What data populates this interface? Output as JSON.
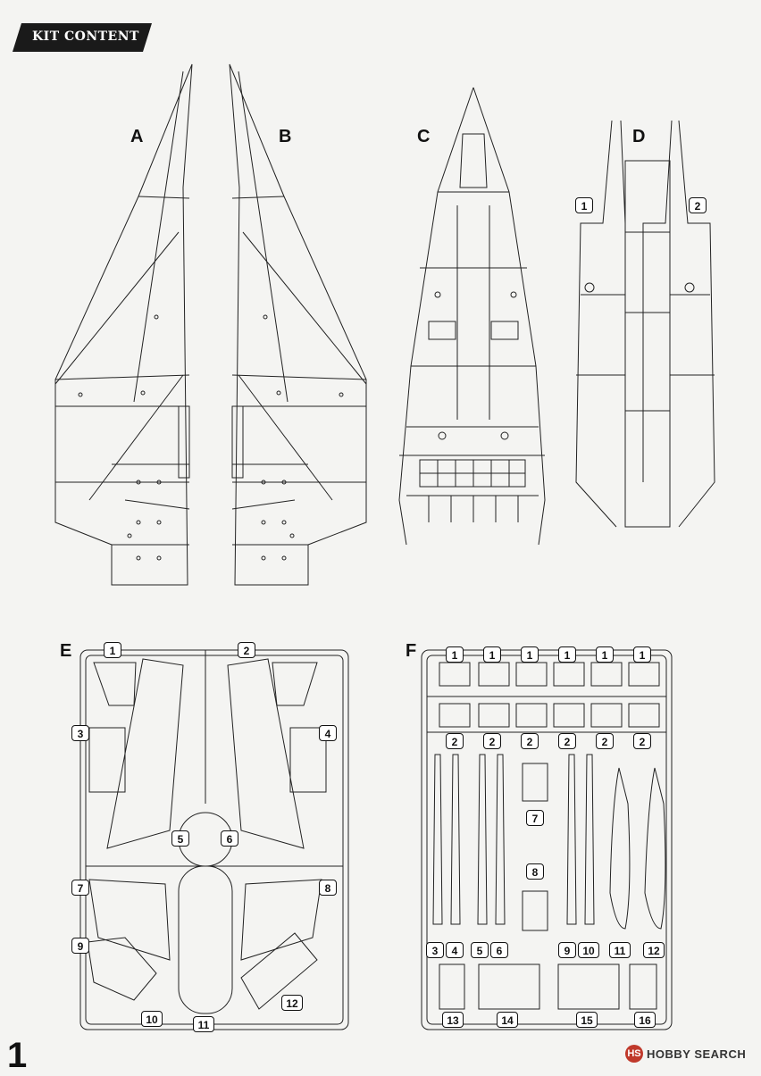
{
  "header": {
    "banner_title": "KIT CONTENT"
  },
  "sprues": {
    "A": {
      "label": "A"
    },
    "B": {
      "label": "B"
    },
    "C": {
      "label": "C"
    },
    "D": {
      "label": "D",
      "parts": [
        "1",
        "2"
      ]
    },
    "E": {
      "label": "E",
      "parts": [
        "1",
        "2",
        "3",
        "4",
        "5",
        "6",
        "7",
        "8",
        "9",
        "10",
        "11",
        "12"
      ]
    },
    "F": {
      "label": "F",
      "parts_row1": [
        "1",
        "1",
        "1",
        "1",
        "1",
        "1"
      ],
      "parts_row2": [
        "2",
        "2",
        "2",
        "2",
        "2",
        "2"
      ],
      "parts_mid": [
        "7",
        "8"
      ],
      "parts_row3": [
        "3",
        "4",
        "5",
        "6",
        "9",
        "10",
        "11",
        "12"
      ],
      "parts_row4": [
        "13",
        "14",
        "15",
        "16"
      ]
    }
  },
  "footer": {
    "page_number": "1",
    "watermark": "HOBBY SEARCH",
    "watermark_logo": "HS"
  },
  "colors": {
    "line": "#222222",
    "background": "#f4f4f2",
    "banner": "#1a1a1a"
  }
}
